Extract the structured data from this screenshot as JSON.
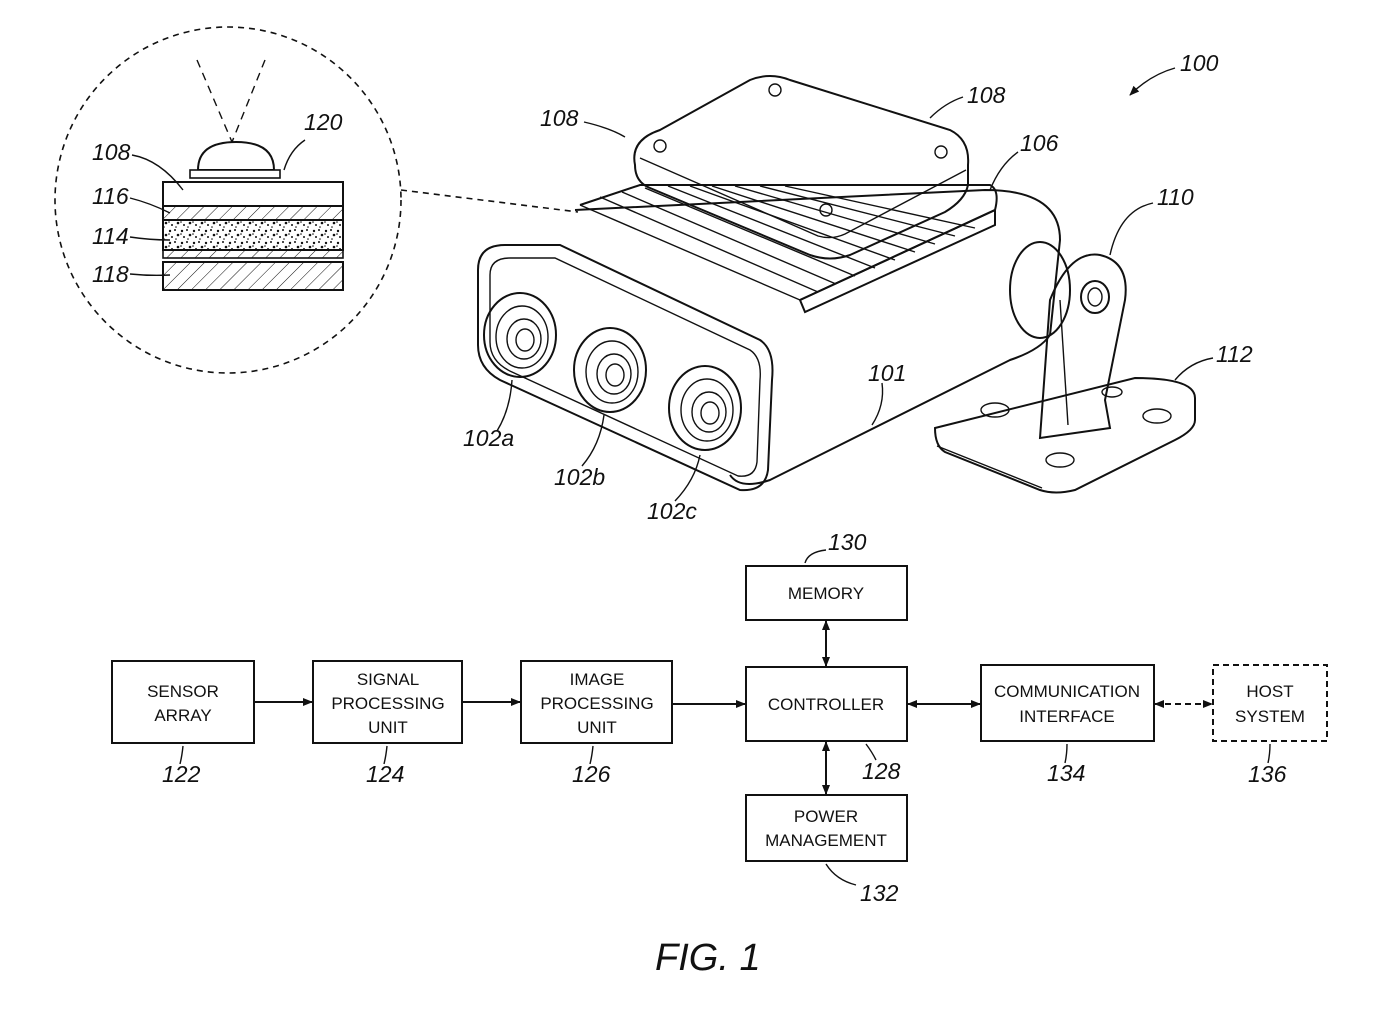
{
  "refs": {
    "r100": "100",
    "r101": "101",
    "r102a": "102a",
    "r102b": "102b",
    "r102c": "102c",
    "r106": "106",
    "r108_left": "108",
    "r108_right": "108",
    "r110": "110",
    "r112": "112",
    "inset_108": "108",
    "inset_116": "116",
    "inset_114": "114",
    "inset_118": "118",
    "inset_120": "120",
    "r122": "122",
    "r124": "124",
    "r126": "126",
    "r128": "128",
    "r130": "130",
    "r132": "132",
    "r134": "134",
    "r136": "136"
  },
  "blocks": {
    "sensor_array": [
      "SENSOR",
      "ARRAY"
    ],
    "signal_processing": [
      "SIGNAL",
      "PROCESSING",
      "UNIT"
    ],
    "image_processing": [
      "IMAGE",
      "PROCESSING",
      "UNIT"
    ],
    "controller": [
      "CONTROLLER"
    ],
    "memory": [
      "MEMORY"
    ],
    "power_management": [
      "POWER",
      "MANAGEMENT"
    ],
    "communication_interface": [
      "COMMUNICATION",
      "INTERFACE"
    ],
    "host_system": [
      "HOST",
      "SYSTEM"
    ]
  },
  "figure_label": "FIG. 1"
}
